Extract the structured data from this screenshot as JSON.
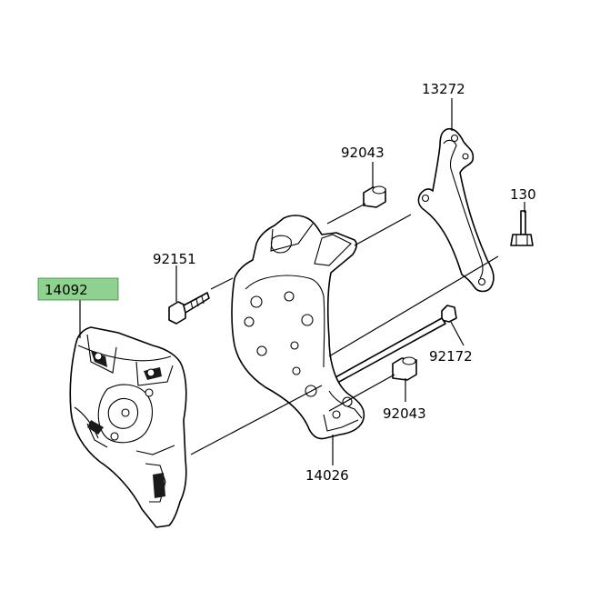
{
  "labels": {
    "p13272": "13272",
    "p92043_top": "92043",
    "p130": "130",
    "p92151": "92151",
    "p14092": "14092",
    "p92172": "92172",
    "p92043_bottom": "92043",
    "p14026": "14026"
  },
  "highlight": {
    "part": "14092",
    "color": "#8fd18f"
  }
}
